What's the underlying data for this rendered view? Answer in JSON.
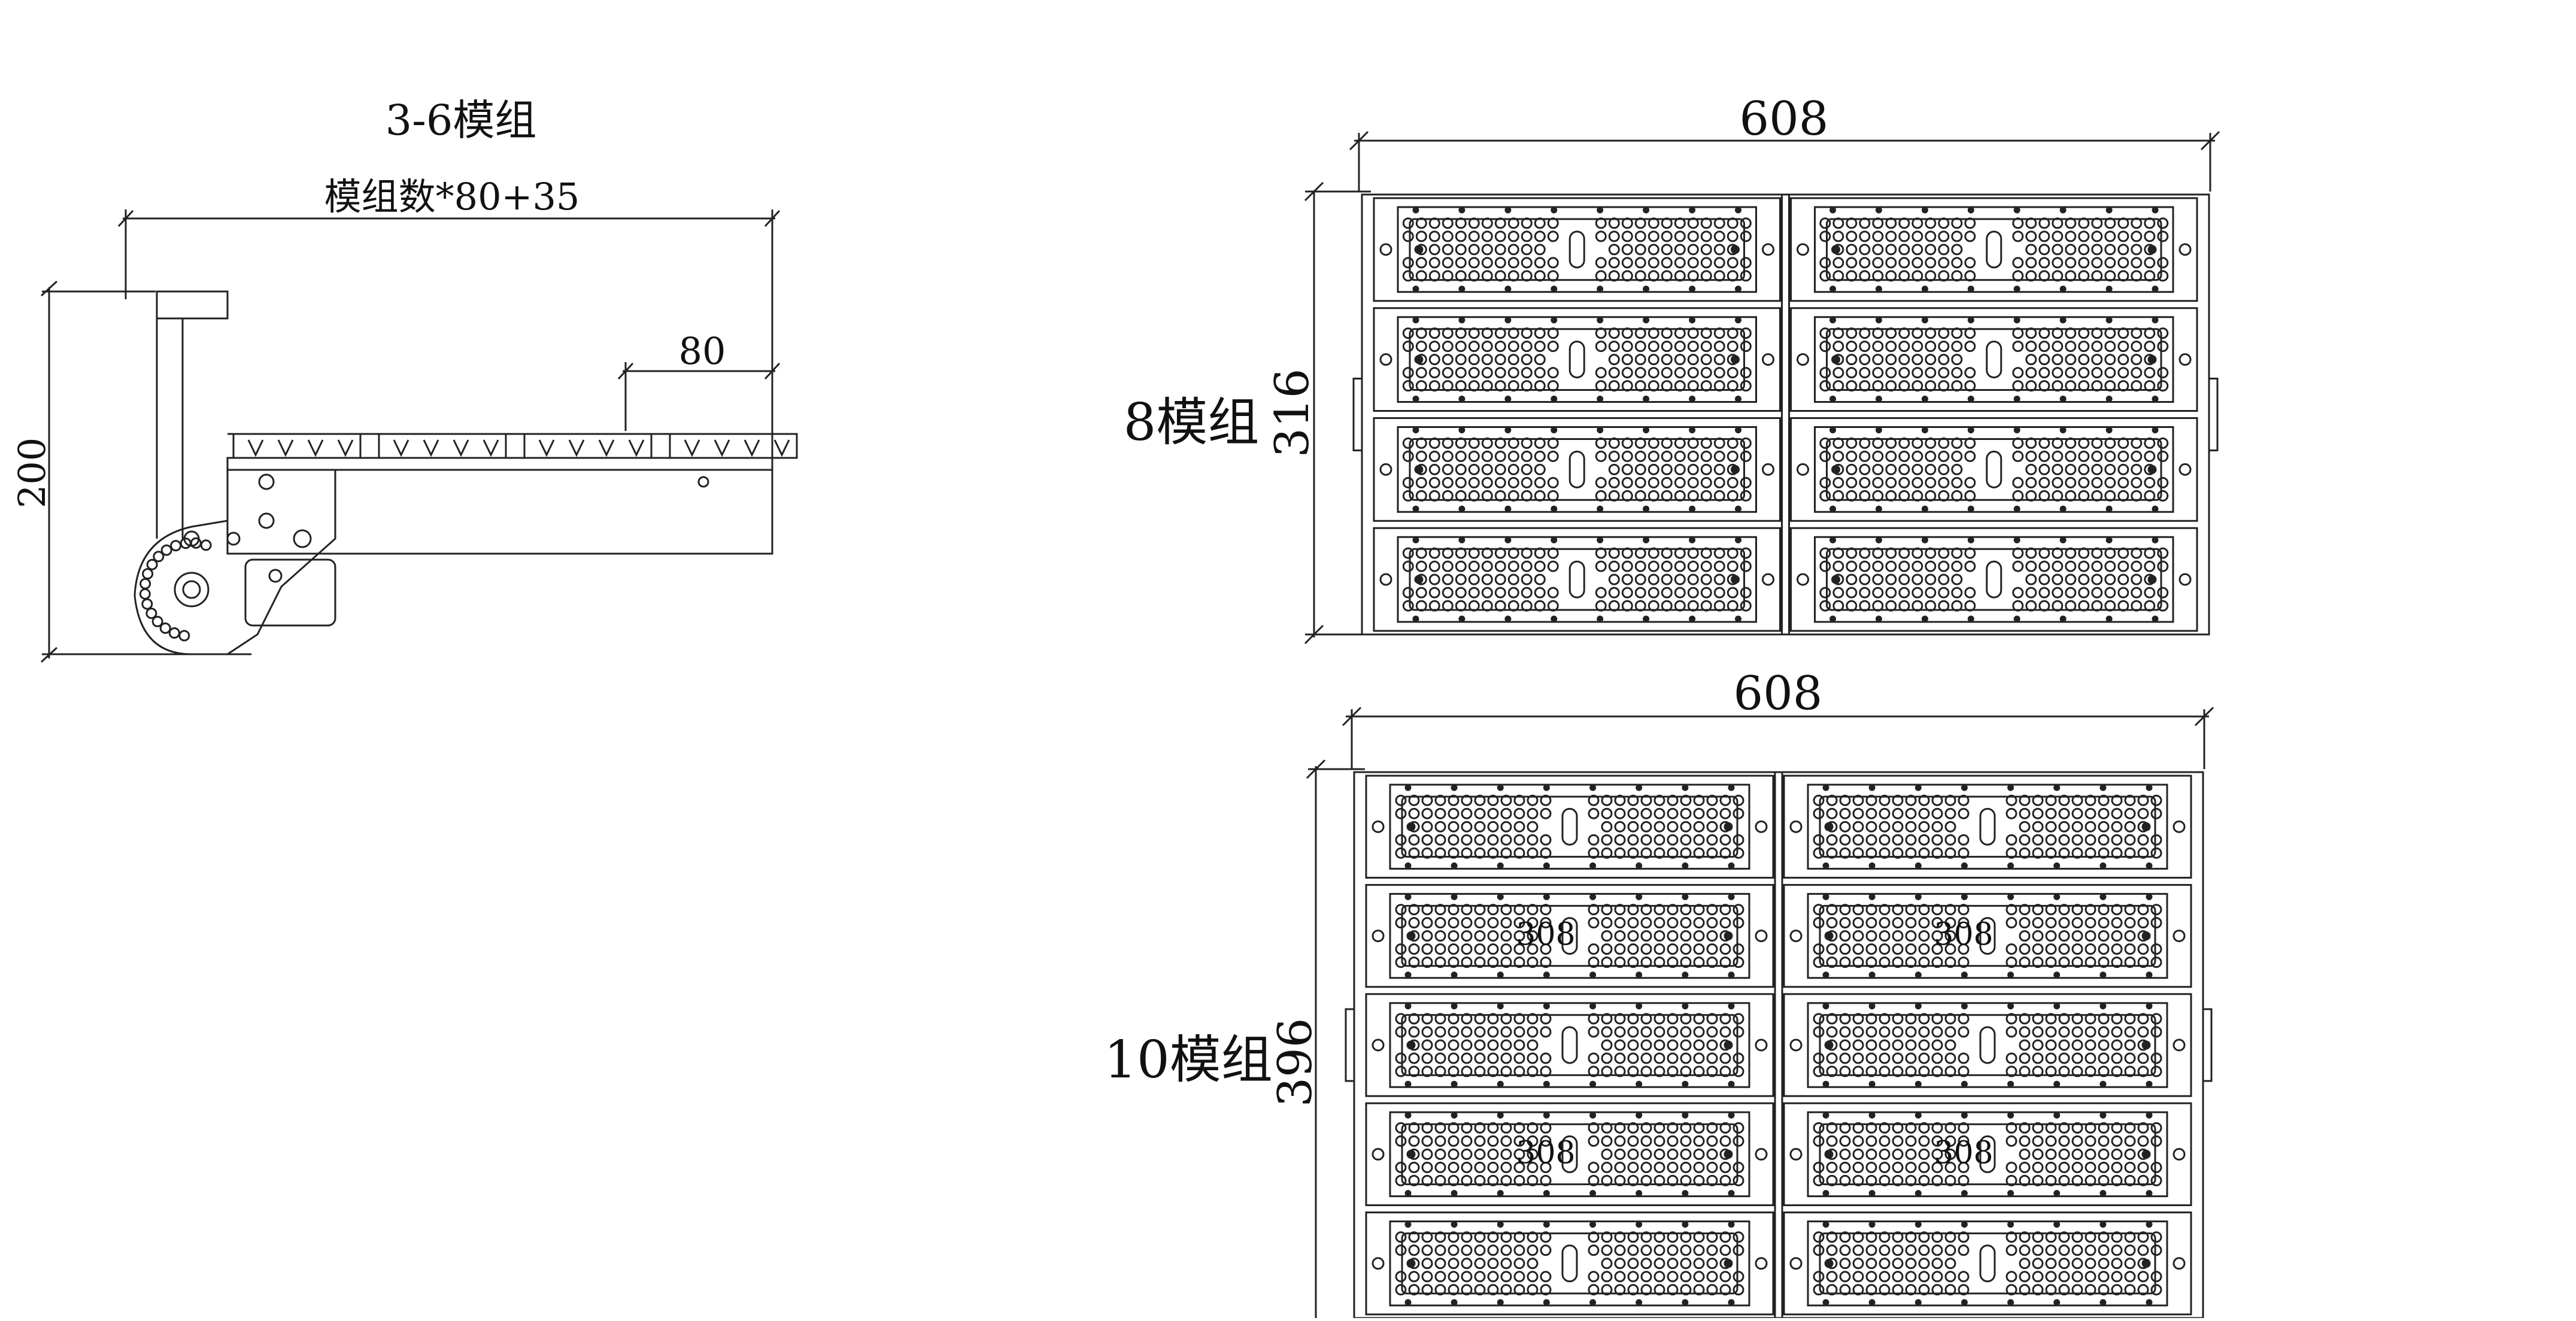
{
  "side_view": {
    "title": "3-6模组",
    "length_formula": "模组数*80+35",
    "module_pitch": "80",
    "height": "200",
    "modules_drawn": 4
  },
  "array_8": {
    "label": "8模组",
    "width": "608",
    "height": "316",
    "rows": 4,
    "cols": 2
  },
  "array_10": {
    "label": "10模组",
    "width": "608",
    "height": "396",
    "rows": 5,
    "cols": 2,
    "inner_mark": "308"
  },
  "colors": {
    "line": "#222222",
    "background": "#ffffff"
  }
}
